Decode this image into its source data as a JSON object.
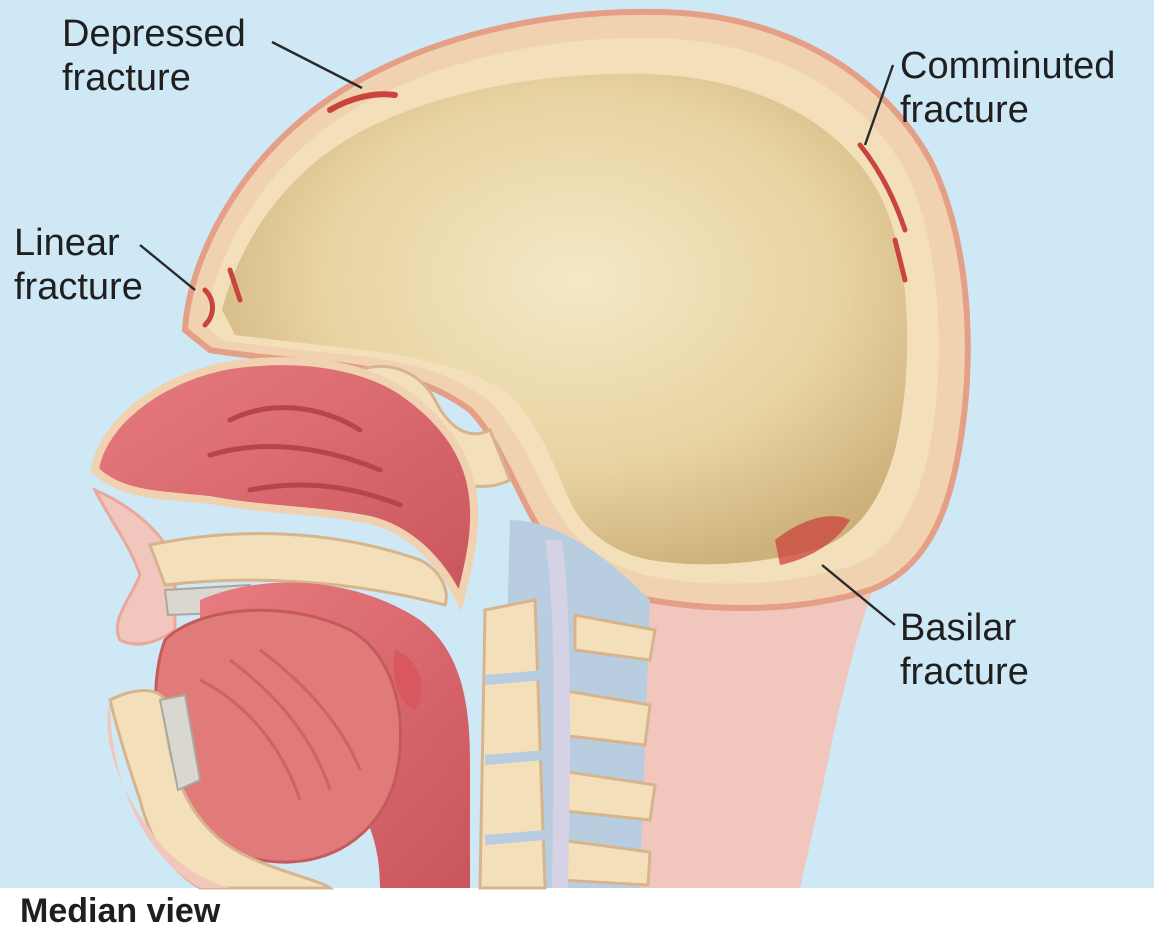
{
  "labels": {
    "depressed": [
      "Depressed",
      "fracture"
    ],
    "comminuted": [
      "Comminuted",
      "fracture"
    ],
    "linear": [
      "Linear",
      "fracture"
    ],
    "basilar": [
      "Basilar",
      "fracture"
    ]
  },
  "caption": "Median view",
  "colors": {
    "background": "#cfe8f6",
    "bone": "#f2ddb6",
    "bone_edge": "#e7a98c",
    "brain_cavity": "#e6d3a2",
    "soft_tissue": "#d96a70",
    "skin": "#f1c7bd",
    "spine_ligament": "#b9cde0",
    "fracture_mark": "#c9443d"
  }
}
